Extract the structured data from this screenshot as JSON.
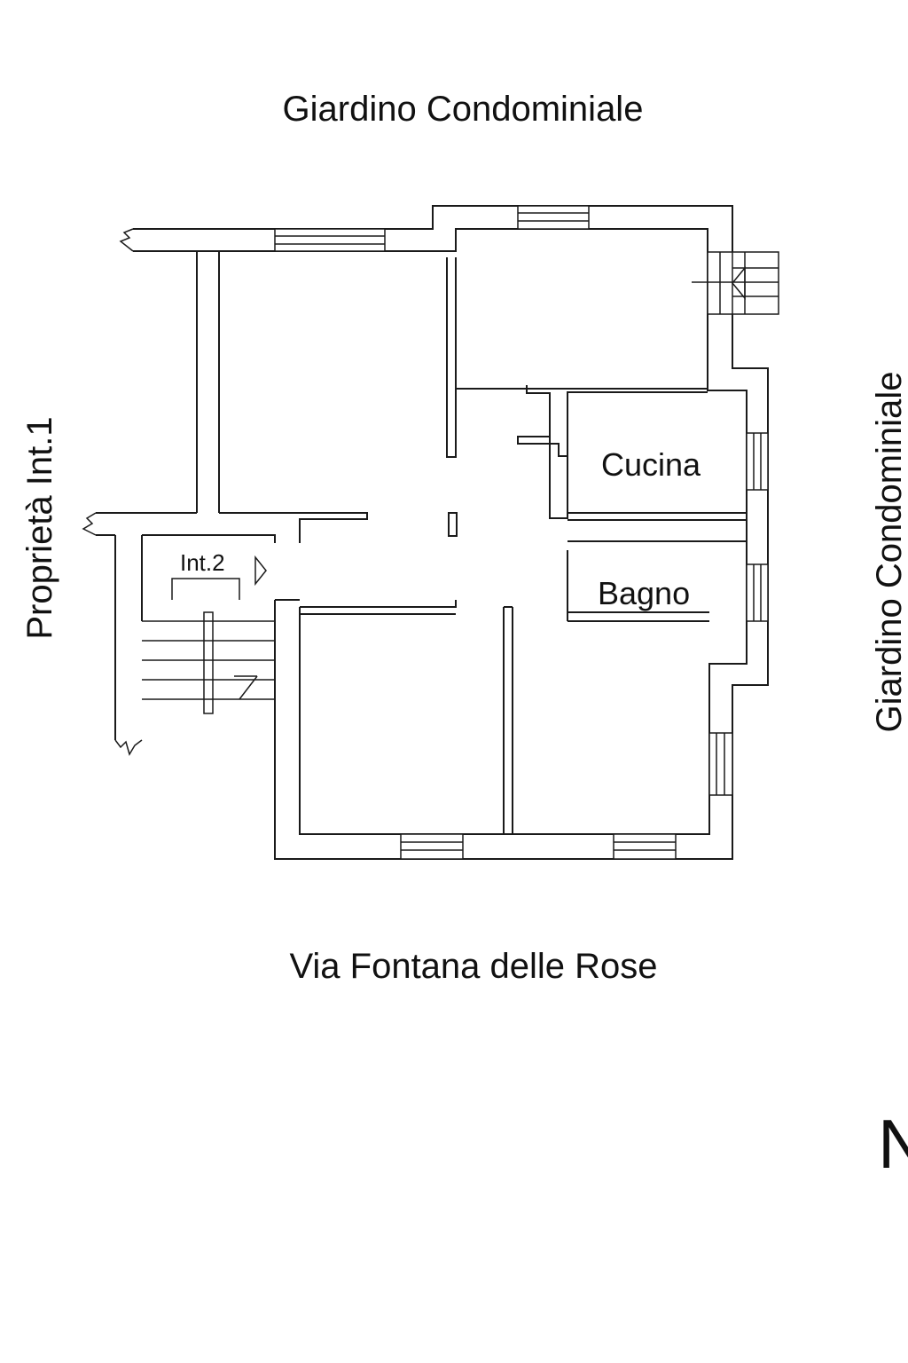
{
  "labels": {
    "north": "Giardino Condominiale",
    "east": "Giardino Condominiale",
    "south": "Via Fontana delle Rose",
    "west": "Proprietà Int.1",
    "stair": "Int.2",
    "kitchen": "Cucina",
    "bathroom": "Bagno",
    "compass": "N"
  }
}
